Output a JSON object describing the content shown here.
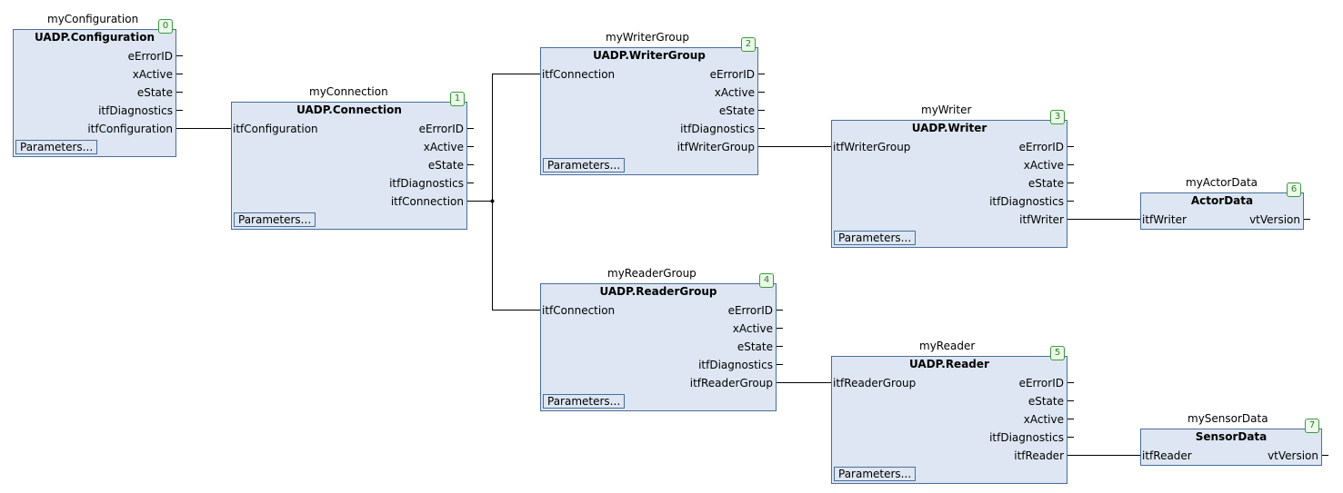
{
  "blocks": [
    {
      "instance": "myConfiguration",
      "type": "UADP.Configuration",
      "number": "0",
      "inputs": [],
      "outputs": [
        "eErrorID",
        "xActive",
        "eState",
        "itfDiagnostics",
        "itfConfiguration"
      ],
      "params_label": "Parameters..."
    },
    {
      "instance": "myConnection",
      "type": "UADP.Connection",
      "number": "1",
      "inputs": [
        "itfConfiguration"
      ],
      "outputs": [
        "eErrorID",
        "xActive",
        "eState",
        "itfDiagnostics",
        "itfConnection"
      ],
      "params_label": "Parameters..."
    },
    {
      "instance": "myWriterGroup",
      "type": "UADP.WriterGroup",
      "number": "2",
      "inputs": [
        "itfConnection"
      ],
      "outputs": [
        "eErrorID",
        "xActive",
        "eState",
        "itfDiagnostics",
        "itfWriterGroup"
      ],
      "params_label": "Parameters..."
    },
    {
      "instance": "myWriter",
      "type": "UADP.Writer",
      "number": "3",
      "inputs": [
        "itfWriterGroup"
      ],
      "outputs": [
        "eErrorID",
        "xActive",
        "eState",
        "itfDiagnostics",
        "itfWriter"
      ],
      "params_label": "Parameters..."
    },
    {
      "instance": "myReaderGroup",
      "type": "UADP.ReaderGroup",
      "number": "4",
      "inputs": [
        "itfConnection"
      ],
      "outputs": [
        "eErrorID",
        "xActive",
        "eState",
        "itfDiagnostics",
        "itfReaderGroup"
      ],
      "params_label": "Parameters..."
    },
    {
      "instance": "myReader",
      "type": "UADP.Reader",
      "number": "5",
      "inputs": [
        "itfReaderGroup"
      ],
      "outputs": [
        "eErrorID",
        "eState",
        "xActive",
        "itfDiagnostics",
        "itfReader"
      ],
      "params_label": "Parameters..."
    },
    {
      "instance": "myActorData",
      "type": "ActorData",
      "number": "6",
      "inputs": [
        "itfWriter"
      ],
      "outputs": [
        "vtVersion"
      ]
    },
    {
      "instance": "mySensorData",
      "type": "SensorData",
      "number": "7",
      "inputs": [
        "itfReader"
      ],
      "outputs": [
        "vtVersion"
      ]
    }
  ],
  "colors": {
    "block_fill": "#dde6f2",
    "block_border": "#4a6e9b",
    "number_badge": "#3c9a3c",
    "wire": "#000000"
  }
}
